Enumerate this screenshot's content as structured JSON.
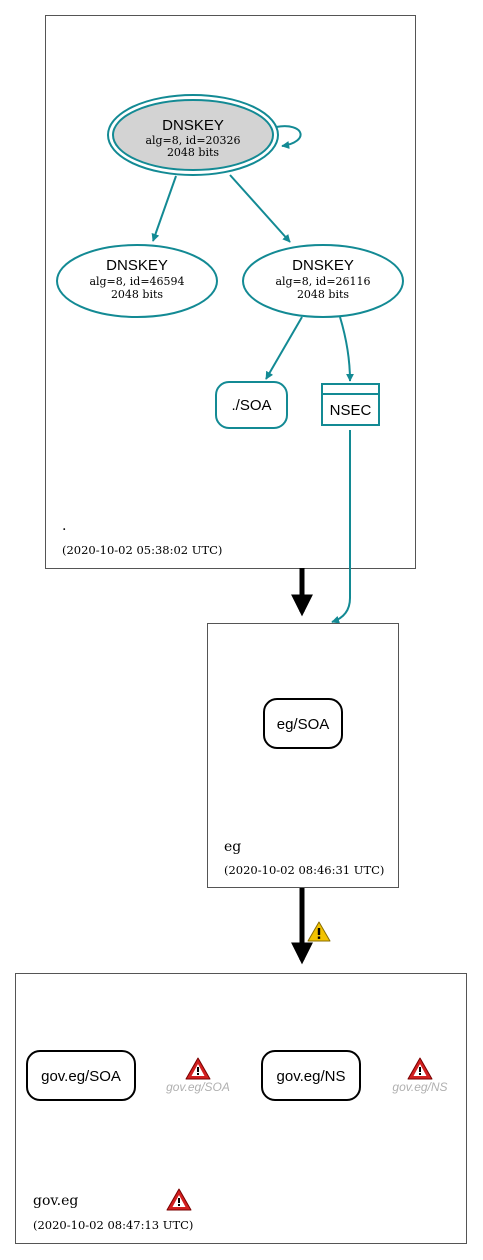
{
  "zones": {
    "root": {
      "name": ".",
      "timestamp": "(2020-10-02 05:38:02 UTC)"
    },
    "eg": {
      "name": "eg",
      "timestamp": "(2020-10-02 08:46:31 UTC)"
    },
    "gov_eg": {
      "name": "gov.eg",
      "timestamp": "(2020-10-02 08:47:13 UTC)"
    }
  },
  "keys": {
    "ksk": {
      "title": "DNSKEY",
      "line1": "alg=8, id=20326",
      "line2": "2048 bits"
    },
    "zsk1": {
      "title": "DNSKEY",
      "line1": "alg=8, id=46594",
      "line2": "2048 bits"
    },
    "zsk2": {
      "title": "DNSKEY",
      "line1": "alg=8, id=26116",
      "line2": "2048 bits"
    }
  },
  "records": {
    "root_soa": "./SOA",
    "nsec": "NSEC",
    "eg_soa": "eg/SOA",
    "gov_soa": "gov.eg/SOA",
    "gov_ns": "gov.eg/NS",
    "gov_soa_missing": "gov.eg/SOA",
    "gov_ns_missing": "gov.eg/NS"
  },
  "colors": {
    "edge": "#138a94",
    "ksk_fill": "#d3d3d3",
    "warning_yellow": "#f2c200",
    "error_red": "#d21f1f"
  }
}
